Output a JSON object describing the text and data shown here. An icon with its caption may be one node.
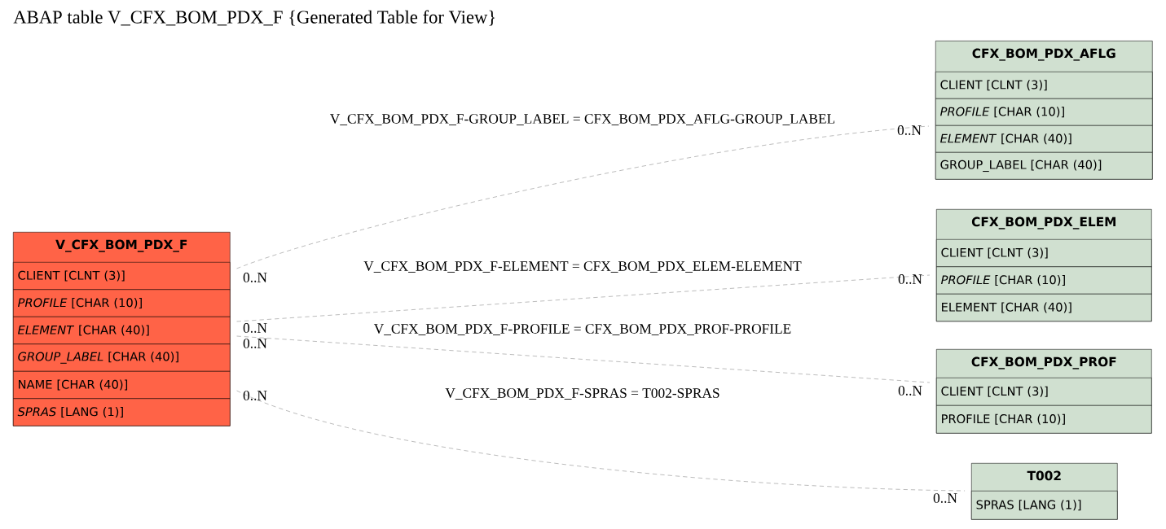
{
  "diagram": {
    "title": "ABAP table V_CFX_BOM_PDX_F {Generated Table for View}",
    "nodes": [
      {
        "text": [
          "V_CFX_BOM_PDX_F"
        ]
      },
      {
        "text": [
          "CLIENT [CLNT (3)]"
        ],
        "in": 0
      },
      {
        "text": [
          "*PROFILE* [CHAR (10)]"
        ],
        "in": 0
      },
      {
        "text": [
          "*ELEMENT* [CHAR (40)]"
        ],
        "in": 0
      },
      {
        "text": [
          "*GROUP_LABEL* [CHAR (40)]"
        ],
        "in": 0
      },
      {
        "text": [
          "NAME [CHAR (40)]"
        ],
        "in": 0
      },
      {
        "text": [
          "*SPRAS* [LANG (1)]"
        ],
        "in": 0
      },
      {
        "text": [
          "CFX_BOM_PDX_AFLG"
        ]
      },
      {
        "text": [
          "CLIENT [CLNT (3)]"
        ],
        "in": 7
      },
      {
        "text": [
          "*PROFILE* [CHAR (10)]"
        ],
        "in": 7
      },
      {
        "text": [
          "*ELEMENT* [CHAR (40)]"
        ],
        "in": 7
      },
      {
        "text": [
          "GROUP_LABEL [CHAR (40)]"
        ],
        "in": 7
      },
      {
        "text": [
          "CFX_BOM_PDX_ELEM"
        ]
      },
      {
        "text": [
          "CLIENT [CLNT (3)]"
        ],
        "in": 12
      },
      {
        "text": [
          "*PROFILE* [CHAR (10)]"
        ],
        "in": 12
      },
      {
        "text": [
          "ELEMENT [CHAR (40)]"
        ],
        "in": 12
      },
      {
        "text": [
          "CFX_BOM_PDX_PROF"
        ]
      },
      {
        "text": [
          "CLIENT [CLNT (3)]"
        ],
        "in": 16
      },
      {
        "text": [
          "PROFILE [CHAR (10)]"
        ],
        "in": 16
      },
      {
        "text": [
          "T002"
        ]
      },
      {
        "text": [
          "SPRAS [LANG (1)]"
        ],
        "in": 19
      }
    ],
    "edges": [
      {
        "from": 0,
        "to": 7,
        "arrow": "none",
        "style": "dashed",
        "label": "V_CFX_BOM_PDX_F-GROUP_LABEL = CFX_BOM_PDX_AFLG-GROUP_LABEL"
      },
      {
        "from": 0,
        "to": 12,
        "arrow": "none",
        "style": "dashed",
        "label": "V_CFX_BOM_PDX_F-ELEMENT = CFX_BOM_PDX_ELEM-ELEMENT"
      },
      {
        "from": 0,
        "to": 16,
        "arrow": "none",
        "style": "dashed",
        "label": "V_CFX_BOM_PDX_F-PROFILE = CFX_BOM_PDX_PROF-PROFILE"
      },
      {
        "from": 0,
        "to": 19,
        "arrow": "none",
        "style": "dashed",
        "label": "V_CFX_BOM_PDX_F-SPRAS = T002-SPRAS"
      }
    ],
    "labels": [
      "0..N",
      "0..N",
      "0..N",
      "0..N",
      "0..N",
      "0..N",
      "0..N",
      "0..N"
    ]
  }
}
